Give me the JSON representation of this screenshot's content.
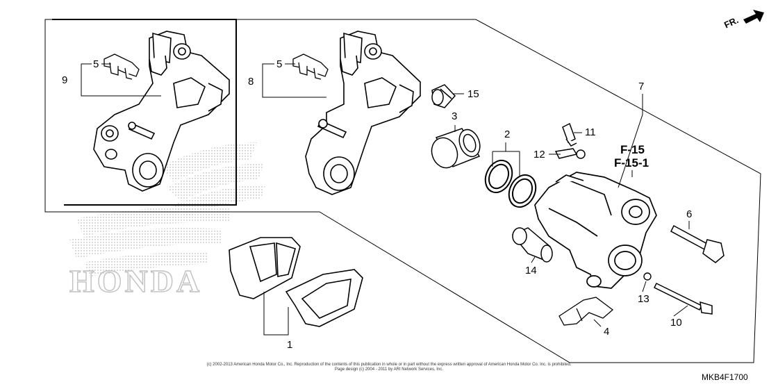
{
  "direction_label": "FR.",
  "ref_codes": [
    "F-15",
    "F-15-1"
  ],
  "callouts": [
    {
      "id": "1",
      "text": "1"
    },
    {
      "id": "2",
      "text": "2"
    },
    {
      "id": "3",
      "text": "3"
    },
    {
      "id": "4",
      "text": "4"
    },
    {
      "id": "5a",
      "text": "5"
    },
    {
      "id": "5b",
      "text": "5"
    },
    {
      "id": "6",
      "text": "6"
    },
    {
      "id": "7",
      "text": "7"
    },
    {
      "id": "8",
      "text": "8"
    },
    {
      "id": "9",
      "text": "9"
    },
    {
      "id": "10",
      "text": "10"
    },
    {
      "id": "11",
      "text": "11"
    },
    {
      "id": "12",
      "text": "12"
    },
    {
      "id": "13",
      "text": "13"
    },
    {
      "id": "14",
      "text": "14"
    },
    {
      "id": "15",
      "text": "15"
    }
  ],
  "watermark": "HONDA",
  "copyright_line1": "(c) 2002-2013 American Honda Motor Co., Inc. Reproduction of the contents of this publication in whole or in part without the express written approval of American Honda Motor Co. Inc. is prohibited.",
  "copyright_line2": "Page design (c) 2004 - 2011 by ARI Network Services, Inc.",
  "diagram_code": "MKB4F1700"
}
